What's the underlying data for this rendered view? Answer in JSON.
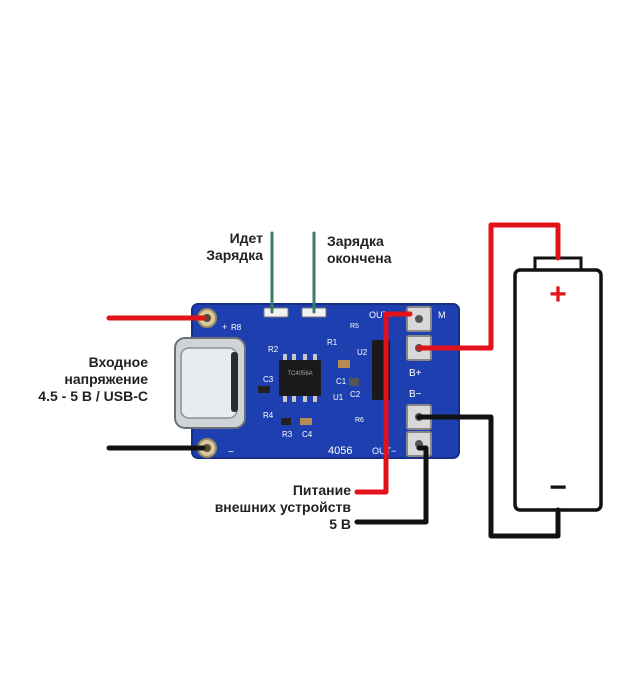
{
  "labels": {
    "charging_line1": "Идет",
    "charging_line2": "Зарядка",
    "done_line1": "Зарядка",
    "done_line2": "окончена",
    "input_line1": "Входное",
    "input_line2": "напряжение",
    "input_line3": "4.5 - 5 В / USB-C",
    "output_line1": "Питание",
    "output_line2": "внешних устройств",
    "output_line3": "5 В"
  },
  "board": {
    "model": "4056",
    "pad_m": "M",
    "pad_b_plus": "B+",
    "pad_b_minus": "B−",
    "pad_out_plus": "OUT+",
    "pad_out_minus": "OUT−",
    "pad_in_plus": "+",
    "pad_in_minus": "−",
    "silk_r8": "R8",
    "silk_r1": "R1",
    "silk_r2": "R2",
    "silk_r3": "R3",
    "silk_r4": "R4",
    "silk_r5": "R5",
    "silk_r6": "R6",
    "silk_c1": "C1",
    "silk_c2": "C2",
    "silk_c3": "C3",
    "silk_c4": "C4",
    "silk_u1": "U1",
    "silk_u2": "U2",
    "chip_text": "TC4056A"
  },
  "battery": {
    "plus": "+",
    "minus": "−"
  },
  "colors": {
    "wire_positive": "#e3111a",
    "wire_negative": "#111111",
    "led_wire": "#3a7d62",
    "pcb": "#1e3fb0",
    "battery_outline": "#111111"
  }
}
